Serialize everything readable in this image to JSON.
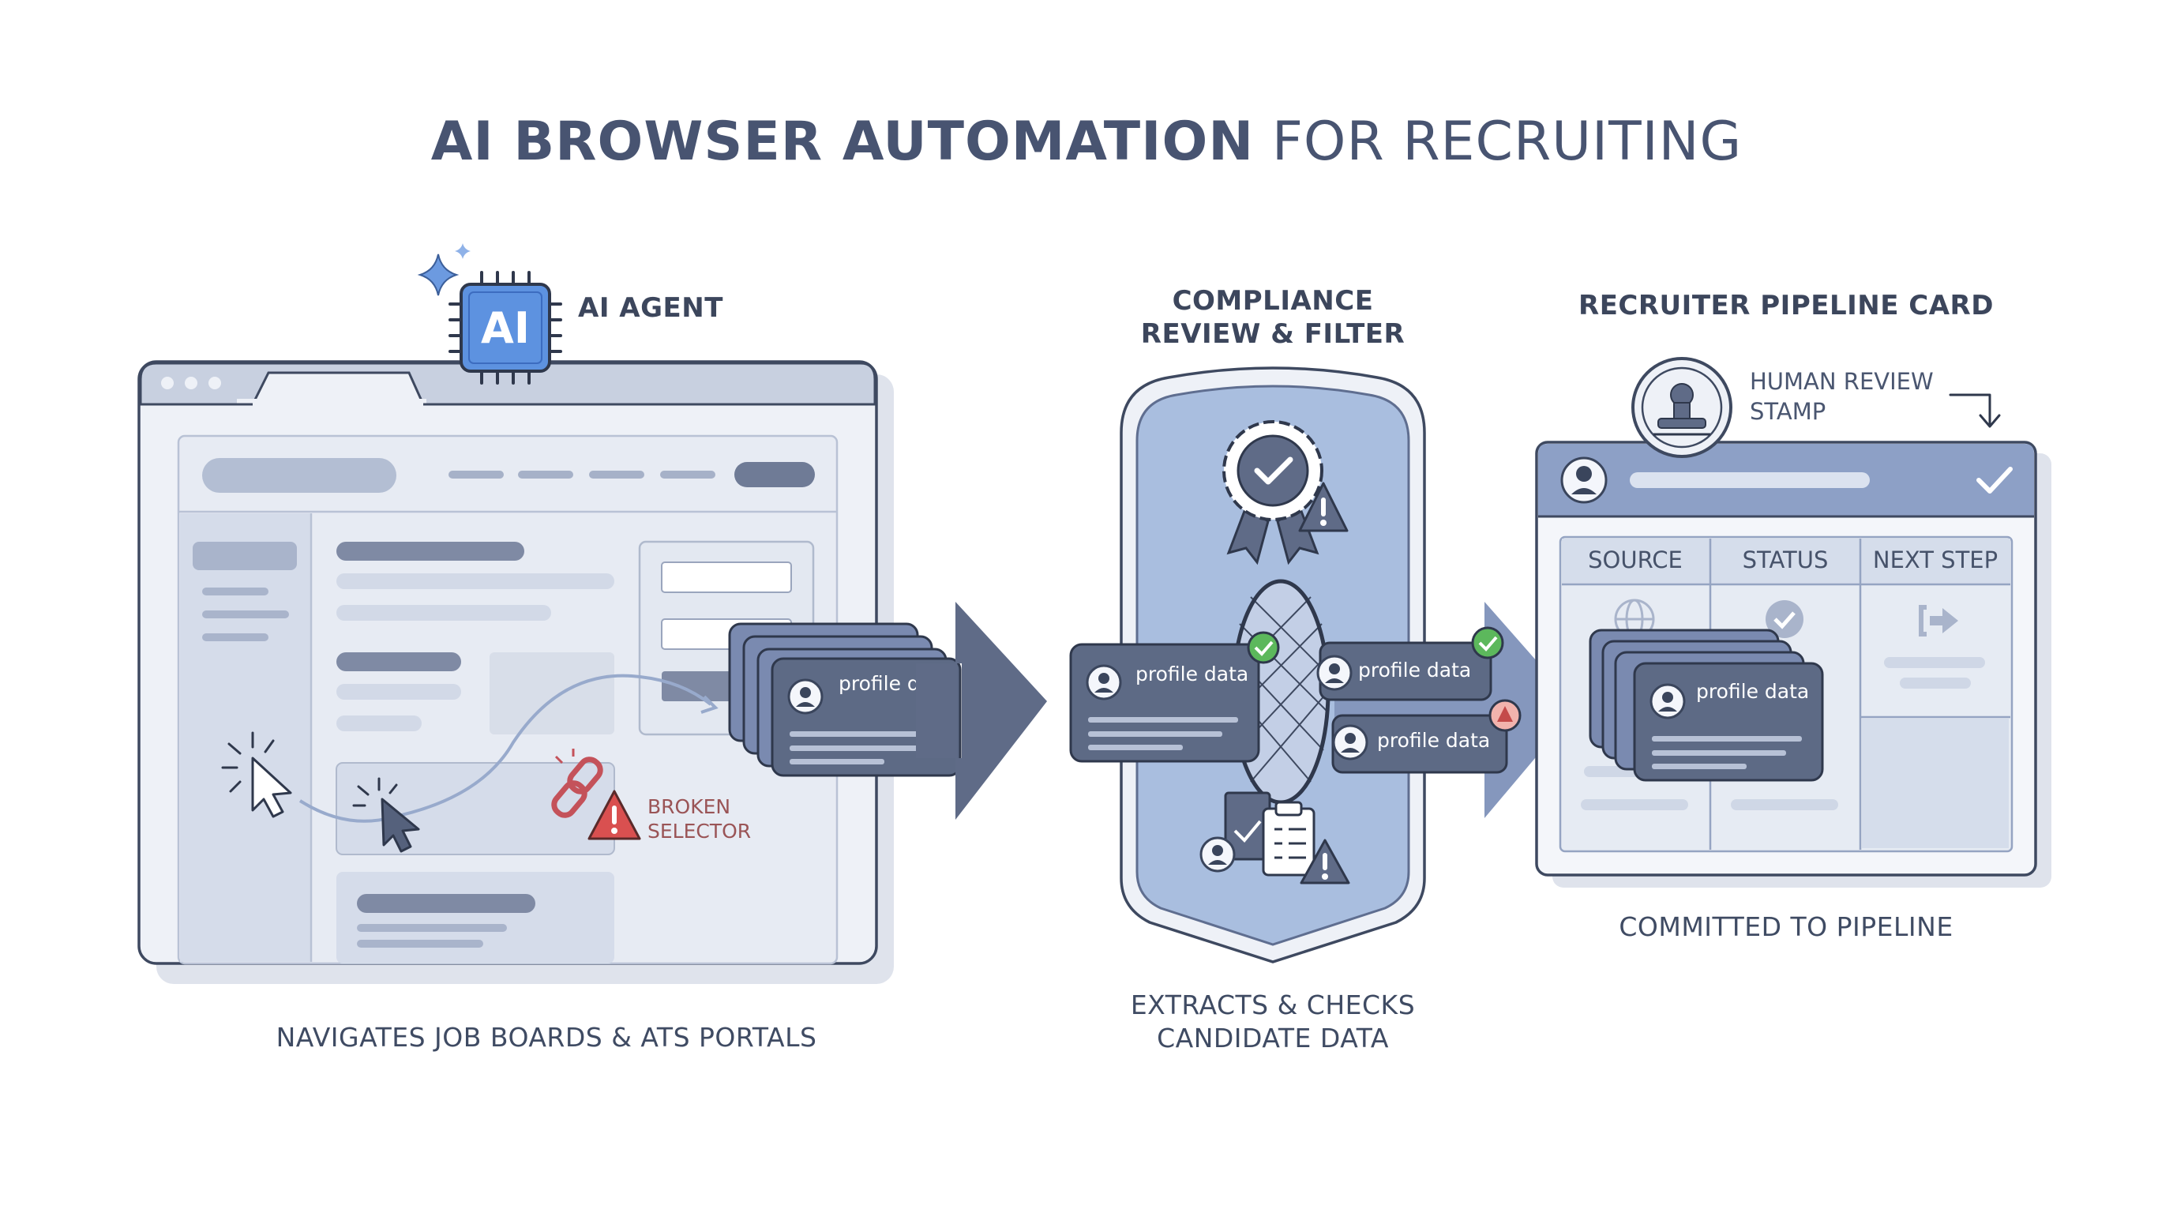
{
  "title": {
    "bold": "AI BROWSER AUTOMATION",
    "rest": "FOR RECRUITING"
  },
  "agent": {
    "chip_text": "AI",
    "label": "AI AGENT"
  },
  "warning": {
    "line1": "BROKEN",
    "line2": "SELECTOR"
  },
  "profile_card_label": "profile data",
  "captions": {
    "left": "NAVIGATES JOB BOARDS & ATS PORTALS",
    "middle_line1": "EXTRACTS & CHECKS",
    "middle_line2": "CANDIDATE DATA",
    "right": "COMMITTED TO PIPELINE"
  },
  "compliance": {
    "line1": "COMPLIANCE",
    "line2": "REVIEW & FILTER"
  },
  "pipeline": {
    "title": "RECRUITER PIPELINE CARD",
    "stamp_line1": "HUMAN REVIEW",
    "stamp_line2": "STAMP",
    "columns": [
      "SOURCE",
      "STATUS",
      "NEXT STEP"
    ]
  },
  "colors": {
    "navy": "#46526a",
    "blue_fill": "#a9bedf",
    "card_fill": "#5d6a85",
    "arrow_fill": "#5f6b87",
    "success": "#5cb85c",
    "warning": "#d04848"
  },
  "icons": [
    "sparkle-icon",
    "ai-chip-icon",
    "cursor-icon",
    "broken-link-icon",
    "warning-icon",
    "user-icon",
    "award-badge-icon",
    "checkmark-icon",
    "net-filter-icon",
    "clipboard-icon",
    "stamp-icon",
    "globe-icon",
    "exit-arrow-icon",
    "corner-arrow-icon"
  ]
}
